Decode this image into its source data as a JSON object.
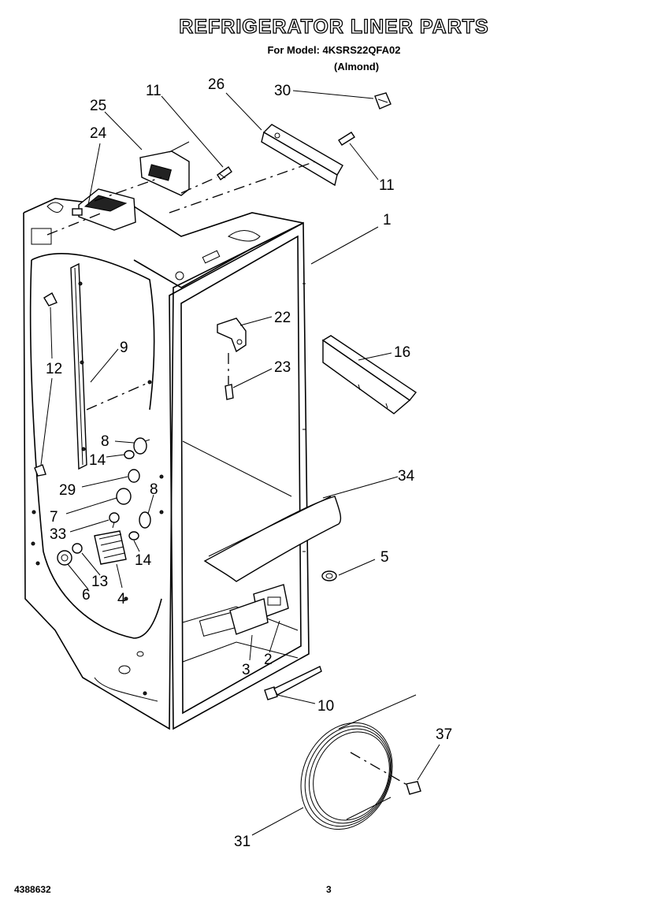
{
  "header": {
    "title": "REFRIGERATOR LINER PARTS",
    "subtitle": "For Model: 4KSRS22QFA02",
    "variant": "(Almond)"
  },
  "footer": {
    "doc_number": "4388632",
    "page_number": "3"
  },
  "callouts": {
    "c11a": "11",
    "c26": "26",
    "c30": "30",
    "c25": "25",
    "c24": "24",
    "c11b": "11",
    "c1": "1",
    "c22": "22",
    "c16": "16",
    "c23": "23",
    "c9": "9",
    "c12": "12",
    "c8a": "8",
    "c14a": "14",
    "c29": "29",
    "c8b": "8",
    "c7": "7",
    "c33": "33",
    "c14b": "14",
    "c13": "13",
    "c6": "6",
    "c4": "4",
    "c34": "34",
    "c5": "5",
    "c3": "3",
    "c2": "2",
    "c10": "10",
    "c37": "37",
    "c31": "31"
  }
}
